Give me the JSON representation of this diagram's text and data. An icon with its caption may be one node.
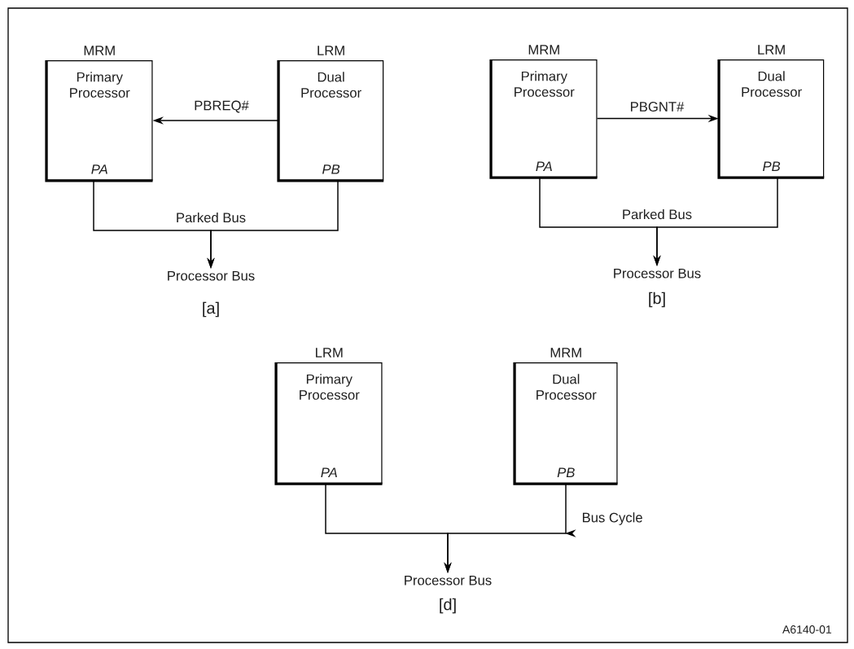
{
  "diagram": {
    "nodes": [
      {
        "text": [
          "MRM",
          "Primary Processor",
          "PA"
        ]
      },
      {
        "text": [
          "LRM",
          "Dual Processor",
          "PB"
        ]
      },
      {
        "text": [
          "Processor Bus"
        ]
      },
      {
        "text": [
          "MRM",
          "Primary Processor",
          "PA"
        ]
      },
      {
        "text": [
          "LRM",
          "Dual Processor",
          "PB"
        ]
      },
      {
        "text": [
          "Processor Bus"
        ]
      },
      {
        "text": [
          "LRM",
          "Primary Processor",
          "PA"
        ]
      },
      {
        "text": [
          "MRM",
          "Dual Processor",
          "PB"
        ]
      },
      {
        "text": [
          "Processor Bus"
        ]
      }
    ],
    "edges": [
      {
        "from": 1,
        "to": 0,
        "arrow": "to",
        "label": "PBREQ#"
      },
      {
        "from": 0,
        "to": 2,
        "arrow": "to",
        "label": "Parked Bus"
      },
      {
        "from": 1,
        "to": 2,
        "arrow": "to"
      },
      {
        "from": 3,
        "to": 4,
        "arrow": "to",
        "label": "PBGNT#"
      },
      {
        "from": 3,
        "to": 5,
        "arrow": "to",
        "label": "Parked Bus"
      },
      {
        "from": 4,
        "to": 5,
        "arrow": "to"
      },
      {
        "from": 6,
        "to": 8,
        "arrow": "to"
      },
      {
        "from": 7,
        "to": 8,
        "arrow": "to",
        "label": "Bus Cycle"
      }
    ],
    "labels": [
      "[a]",
      "[b]",
      "[d]",
      "A6140-01"
    ]
  }
}
